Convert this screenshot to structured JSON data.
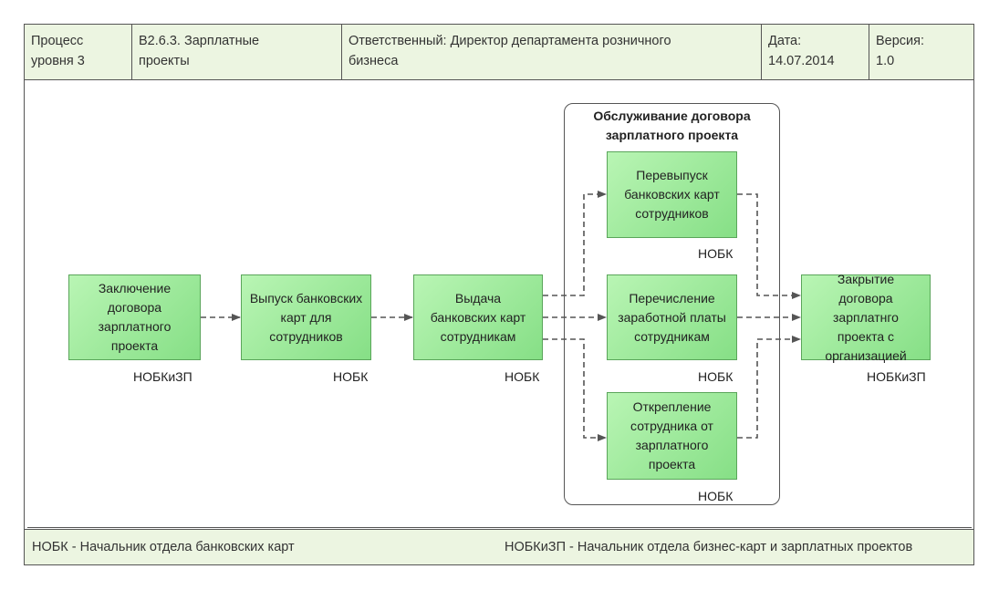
{
  "header": {
    "level_label": "Процесс\nуровня 3",
    "process_name": "В2.6.3.  Зарплатные\nпроекты",
    "owner": "Ответственный: Директор департамента розничного\nбизнеса",
    "date": "Дата:\n14.07.2014",
    "version": "Версия:\n1.0"
  },
  "group": {
    "title": "Обслуживание договора\nзарплатного проекта"
  },
  "processes": {
    "p1": {
      "label": "Заключение\nдоговора\nзарплатного\nпроекта",
      "role": "НОБКиЗП"
    },
    "p2": {
      "label": "Выпуск банковских\nкарт для\nсотрудников",
      "role": "НОБК"
    },
    "p3": {
      "label": "Выдача\nбанковских карт\nсотрудникам",
      "role": "НОБК"
    },
    "p4": {
      "label": "Перевыпуск\nбанковских карт\nсотрудников",
      "role": "НОБК"
    },
    "p5": {
      "label": "Перечисление\nзаработной платы\nсотрудникам",
      "role": "НОБК"
    },
    "p6": {
      "label": "Открепление\nсотрудника от\nзарплатного\nпроекта",
      "role": "НОБК"
    },
    "p7": {
      "label": "Закрытие\nдоговора\nзарплатнго\nпроекта с\nорганизацией",
      "role": "НОБКиЗП"
    }
  },
  "legend": {
    "nobk": "НОБК - Начальник отдела банковских карт",
    "nobkizp": "НОБКиЗП - Начальник отдела бизнес-карт и зарплатных проектов"
  },
  "colors": {
    "box_fill": "#9be89b",
    "box_border": "#5aa55a",
    "panel_fill": "#ecf5e1",
    "edge": "#555555"
  }
}
